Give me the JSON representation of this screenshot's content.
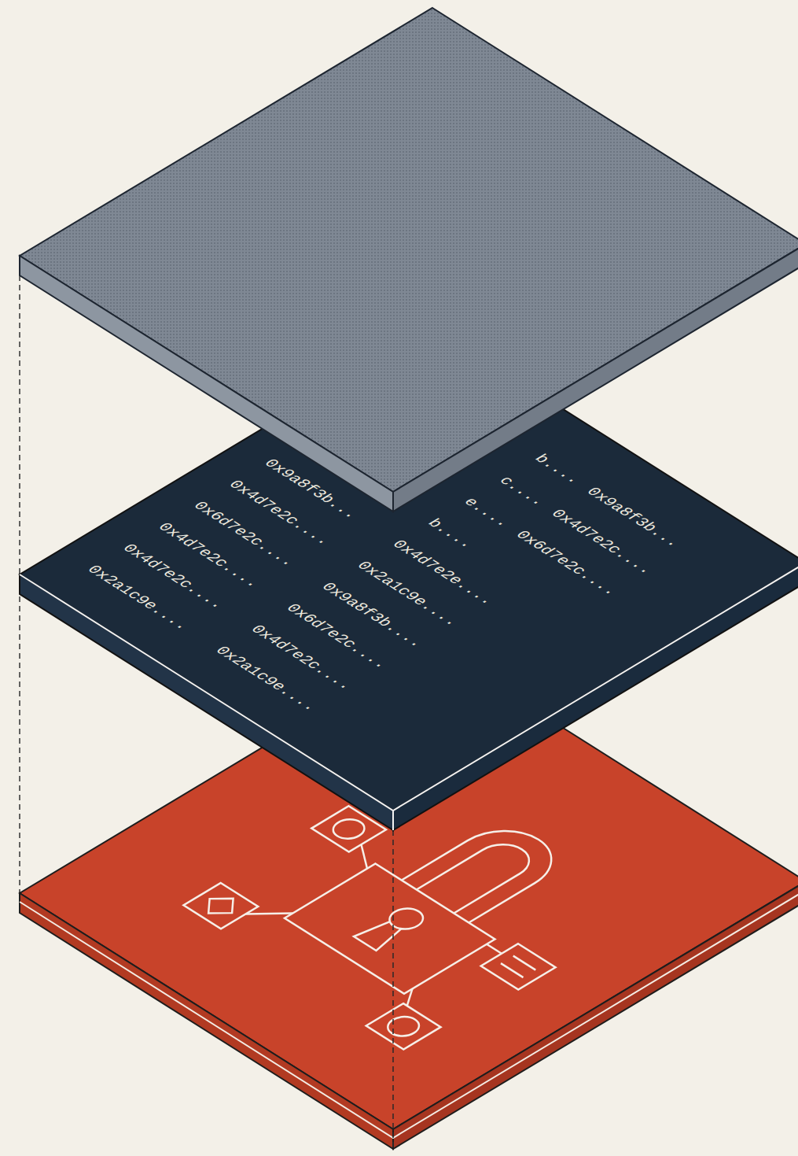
{
  "diagram": {
    "labels": [
      "0x9a8f3b...",
      "0x4d7e2c....",
      "0x6d7e2c....",
      "0x4d7e2c....",
      "0x4d7e2c....",
      "0x2a1c9e....",
      "b....",
      "c....",
      "e....",
      "b....",
      "0x4d7e2e....",
      "0x2a1c9e....",
      "0x9a8f3b....",
      "0x6d7e2c....",
      "0x4d7e2c....",
      "0x2a1c9e....",
      "0x9a8f3b...",
      "0x4d7e2c....",
      "0x6d7e2c...."
    ]
  }
}
